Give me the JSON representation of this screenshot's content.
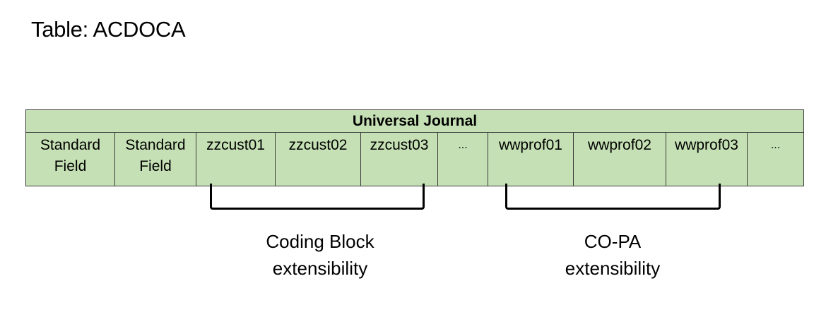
{
  "title": "Table: ACDOCA",
  "table": {
    "header": "Universal Journal",
    "fields": [
      {
        "line1": "Standard",
        "line2": "Field"
      },
      {
        "line1": "Standard",
        "line2": "Field"
      },
      {
        "line1": "zzcust01",
        "line2": ""
      },
      {
        "line1": "zzcust02",
        "line2": ""
      },
      {
        "line1": "zzcust03",
        "line2": ""
      },
      {
        "line1": "...",
        "line2": ""
      },
      {
        "line1": "wwprof01",
        "line2": ""
      },
      {
        "line1": "wwprof02",
        "line2": ""
      },
      {
        "line1": "wwprof03",
        "line2": ""
      },
      {
        "line1": "...",
        "line2": ""
      }
    ]
  },
  "groups": {
    "coding_block": {
      "line1": "Coding Block",
      "line2": "extensibility"
    },
    "copa": {
      "line1": "CO-PA",
      "line2": "extensibility"
    }
  }
}
